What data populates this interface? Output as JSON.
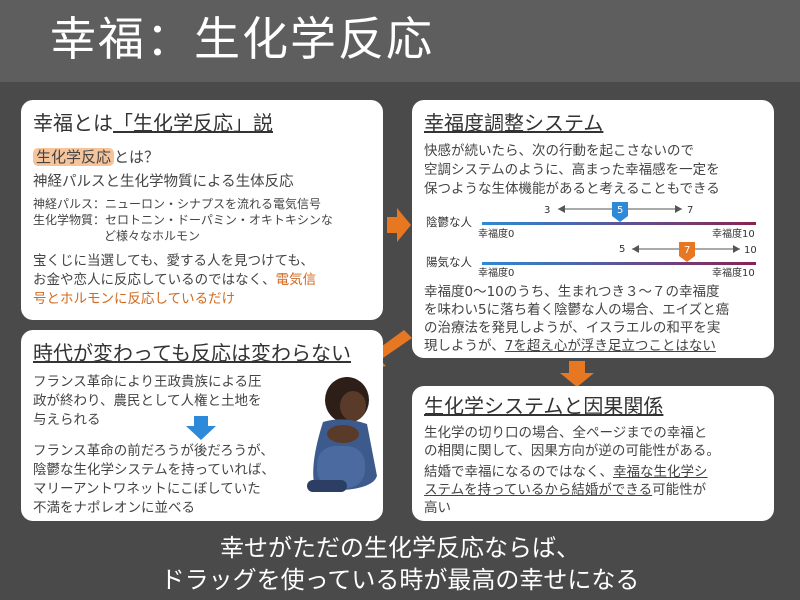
{
  "header": {
    "title": "幸福：生化学反応"
  },
  "card1": {
    "title_a": "幸福とは",
    "title_b": "「生化学反応」説",
    "q_highlight": "生化学反応",
    "q_rest": "とは？",
    "line1": "神経パルスと生化学物質による生体反応",
    "detail1": "神経パルス：ニューロン・シナプスを流れる電気信号",
    "detail2": "生化学物質：セロトニン・ドーパミン・オキトキシンな",
    "detail3": "ど様々なホルモン",
    "para_a": "宝くじに当選しても、愛する人を見つけても、",
    "para_b": "お金や恋人に反応しているのではなく、",
    "para_orange1": "電気信",
    "para_orange2": "号とホルモンに反応しているだけ"
  },
  "card2": {
    "title": "幸福度調整システム",
    "l1": "快感が続いたら、次の行動を起こさないので",
    "l2": "空調システムのように、高まった幸福感を一定を",
    "l3": "保つような生体機能があると考えることもできる",
    "row1_label": "陰鬱な人",
    "row2_label": "陽気な人",
    "axis_left": "幸福度0",
    "axis_right": "幸福度10",
    "r1_low": "3",
    "r1_mid": "5",
    "r1_high": "7",
    "r2_low": "5",
    "r2_mid": "7",
    "r2_high": "10",
    "p1": "幸福度0〜10のうち、生まれつき３〜７の幸福度",
    "p2": "を味わい5に落ち着く陰鬱な人の場合、エイズと癌",
    "p3": "の治療法を発見しようが、イスラエルの和平を実",
    "p4a": "現しようが、",
    "p4b": "7を超え心が浮き足立つことはない"
  },
  "card3": {
    "title": "時代が変わっても反応は変わらない",
    "a1": "フランス革命により王政貴族による圧",
    "a2": "政が終わり、農民として人権と土地を",
    "a3": "与えられる",
    "b1": "フランス革命の前だろうが後だろうが、",
    "b2": "陰鬱な生化学システムを持っていれば、",
    "b3": "マリーアントワネットにこぼしていた",
    "b4": "不満をナポレオンに並べる"
  },
  "card4": {
    "title": "生化学システムと因果関係",
    "a1": "生化学の切り口の場合、全ページまでの幸福と",
    "a2": "の相関に関して、因果方向が逆の可能性がある。",
    "b1": "結婚で幸福になるのではなく、",
    "b2": "幸福な生化学シ",
    "b3": "ステムを持っているから結婚ができる",
    "b4": "可能性が",
    "b5": "高い"
  },
  "footer": {
    "line1": "幸せがただの生化学反応ならば、",
    "line2": "ドラッグを使っている時が最高の幸せになる"
  },
  "colors": {
    "accent_orange": "#e87722",
    "accent_blue": "#2d8ad8",
    "highlight": "#f6c49b"
  }
}
